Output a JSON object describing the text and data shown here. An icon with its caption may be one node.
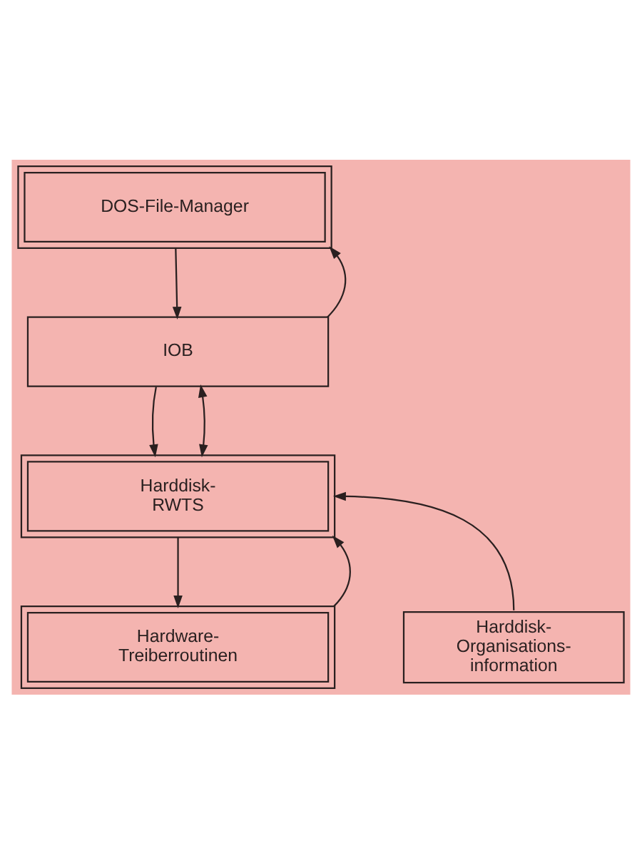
{
  "diagram": {
    "nodes": [
      {
        "text": [
          "DOS-File-Manager"
        ]
      },
      {
        "text": [
          "IOB"
        ]
      },
      {
        "text": [
          "Harddisk- RWTS"
        ]
      },
      {
        "text": [
          "Hardware- Treiberroutinen"
        ]
      },
      {
        "text": [
          "Harddisk- Organisations- information"
        ]
      }
    ],
    "edges": [
      {
        "from": 0,
        "to": 1,
        "arrow": "to"
      },
      {
        "from": 1,
        "to": 0,
        "arrow": "to"
      },
      {
        "from": 1,
        "to": 2,
        "arrow": "to"
      },
      {
        "from": 1,
        "to": 2,
        "arrow": "both"
      },
      {
        "from": 2,
        "to": 3,
        "arrow": "to"
      },
      {
        "from": 3,
        "to": 2,
        "arrow": "to"
      },
      {
        "from": 4,
        "to": 2,
        "arrow": "to"
      }
    ]
  }
}
